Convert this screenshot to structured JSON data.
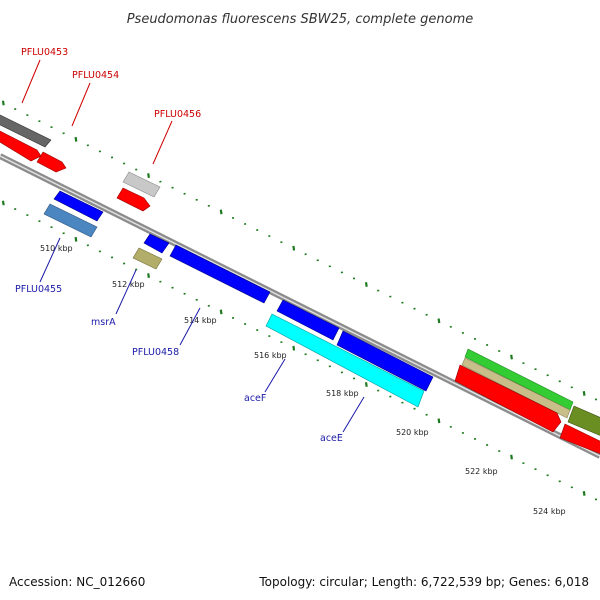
{
  "title": "Pseudomonas fluorescens SBW25, complete genome",
  "footer": {
    "accession": "Accession: NC_012660",
    "summary": "Topology: circular; Length: 6,722,539 bp; Genes: 6,018"
  },
  "colors": {
    "backbone": "#8c8c8c",
    "tick": "#1e7a1e",
    "red_label": "#cc0000",
    "blue_label": "#1a1aa8",
    "gene_red": "#ff0000",
    "gene_blue": "#0000ff",
    "gene_cyan": "#00ffff",
    "gene_steelblue": "#4b86c0",
    "gene_darkgray": "#666666",
    "gene_lightgray": "#c8c8c8",
    "gene_khaki": "#b3ad6a",
    "gene_green": "#33cc33",
    "gene_tan": "#c8be8a",
    "gene_olive": "#6b8e23"
  },
  "scale_labels": [
    "510 kbp",
    "512 kbp",
    "514 kbp",
    "516 kbp",
    "518 kbp",
    "520 kbp",
    "522 kbp",
    "524 kbp"
  ],
  "gene_labels": {
    "PFLU0453": "PFLU0453",
    "PFLU0454": "PFLU0454",
    "PFLU0456": "PFLU0456",
    "PFLU0455": "PFLU0455",
    "msrA": "msrA",
    "PFLU0458": "PFLU0458",
    "aceF": "aceF",
    "aceE": "aceE"
  }
}
